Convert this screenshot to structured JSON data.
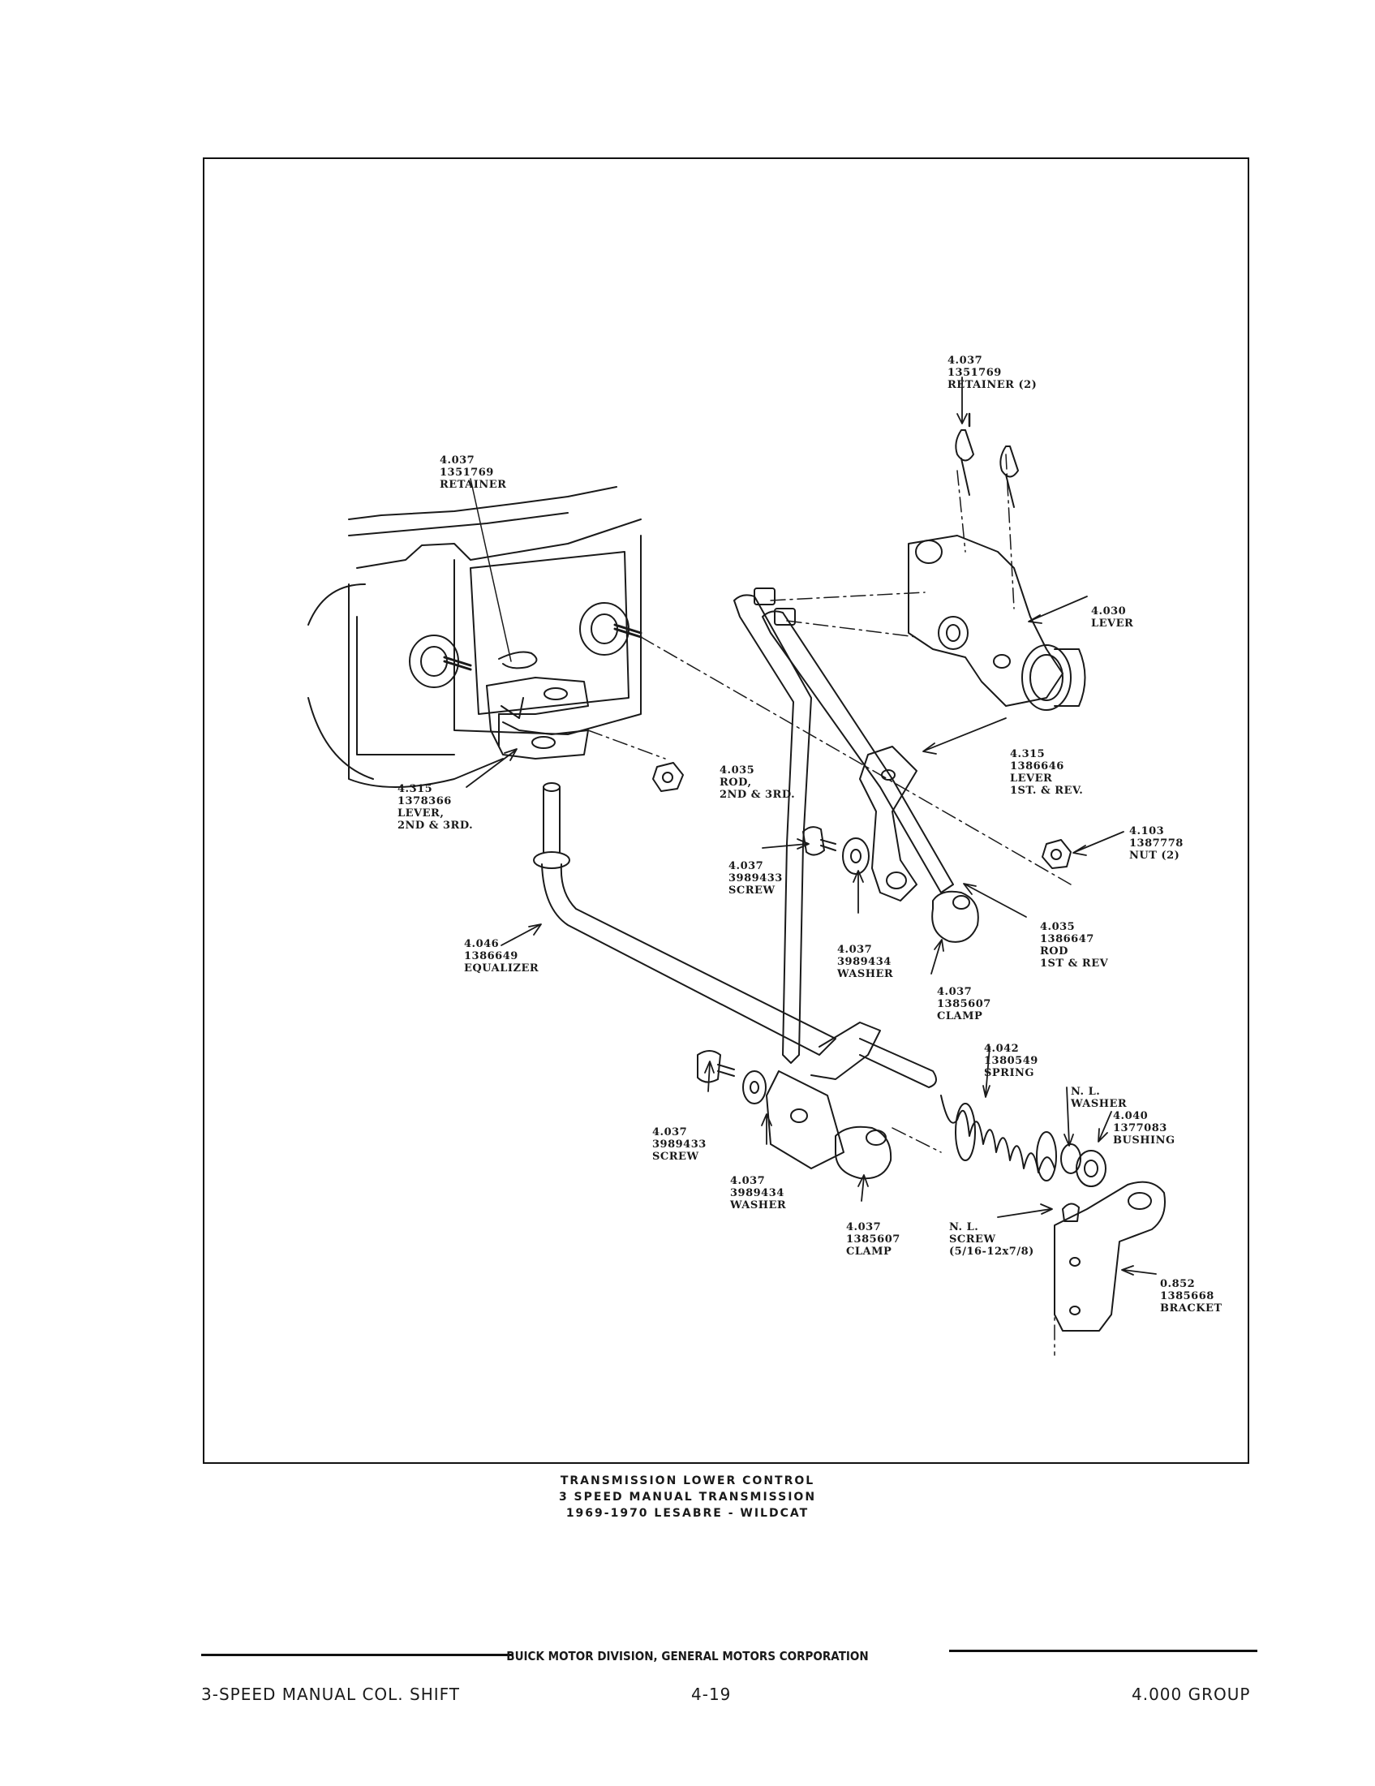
{
  "labels": [
    {
      "lines": [
        "4.037",
        "1351769",
        "RETAINER (2)"
      ]
    },
    {
      "lines": [
        "4.037",
        "1351769",
        "RETAINER"
      ]
    },
    {
      "lines": [
        "4.030",
        "LEVER"
      ]
    },
    {
      "lines": [
        "4.315",
        "1386646",
        "LEVER",
        "1ST. & REV."
      ]
    },
    {
      "lines": [
        "4.035",
        "ROD,",
        "2ND & 3RD."
      ]
    },
    {
      "lines": [
        "4.315",
        "1378366",
        "LEVER,",
        "2ND & 3RD."
      ]
    },
    {
      "lines": [
        "4.103",
        "1387778",
        "NUT (2)"
      ]
    },
    {
      "lines": [
        "4.037",
        "3989433",
        "SCREW"
      ]
    },
    {
      "lines": [
        "4.035",
        "1386647",
        "ROD",
        "1ST & REV"
      ]
    },
    {
      "lines": [
        "4.046",
        "1386649",
        "EQUALIZER"
      ]
    },
    {
      "lines": [
        "4.037",
        "3989434",
        "WASHER"
      ]
    },
    {
      "lines": [
        "4.037",
        "1385607",
        "CLAMP"
      ]
    },
    {
      "lines": [
        "4.042",
        "1380549",
        "SPRING"
      ]
    },
    {
      "lines": [
        "N. L.",
        "WASHER"
      ]
    },
    {
      "lines": [
        "4.040",
        "1377083",
        "BUSHING"
      ]
    },
    {
      "lines": [
        "4.037",
        "3989433",
        "SCREW"
      ]
    },
    {
      "lines": [
        "4.037",
        "3989434",
        "WASHER"
      ]
    },
    {
      "lines": [
        "4.037",
        "1385607",
        "CLAMP"
      ]
    },
    {
      "lines": [
        "N. L.",
        "SCREW",
        "(5/16-12x7/8)"
      ]
    },
    {
      "lines": [
        "0.852",
        "1385668",
        "BRACKET"
      ]
    }
  ],
  "caption": {
    "line1": "TRANSMISSION LOWER CONTROL",
    "line2": "3 SPEED MANUAL TRANSMISSION",
    "line3": "1969-1970 LESABRE - WILDCAT"
  },
  "footer": {
    "publisher": "BUICK MOTOR DIVISION, GENERAL MOTORS CORPORATION",
    "section": "3-SPEED MANUAL COL. SHIFT",
    "page": "4-19",
    "group": "4.000 GROUP"
  }
}
